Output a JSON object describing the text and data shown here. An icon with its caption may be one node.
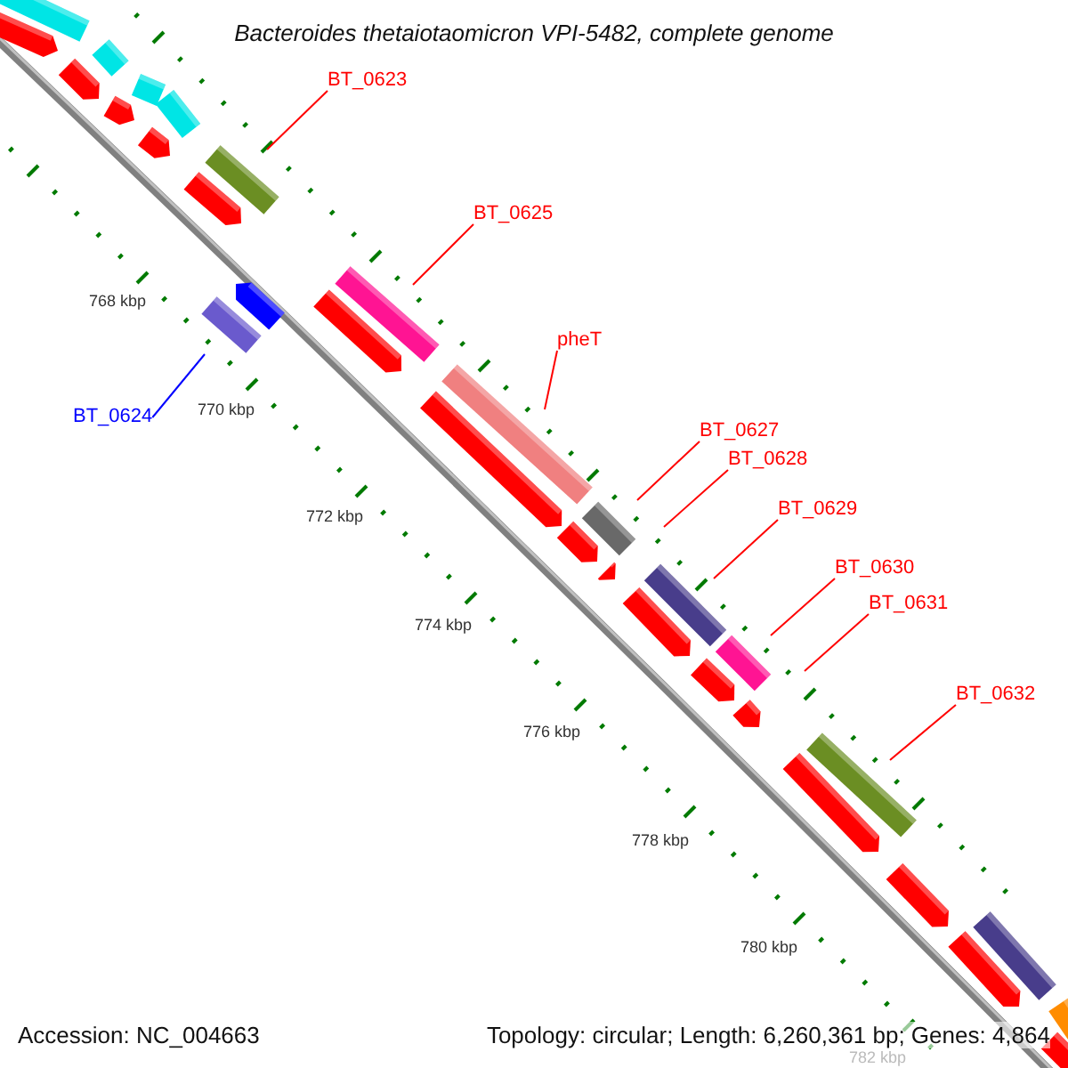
{
  "diagram": {
    "title": "Bacteroides thetaiotaomicron VPI-5482, complete genome",
    "nodes": [
      {
        "text": [
          "BT_0623"
        ]
      },
      {
        "text": [
          "BT_0625"
        ]
      },
      {
        "text": [
          "pheT"
        ]
      },
      {
        "text": [
          "BT_0627"
        ]
      },
      {
        "text": [
          "BT_0628"
        ]
      },
      {
        "text": [
          "BT_0629"
        ]
      },
      {
        "text": [
          "BT_0630"
        ]
      },
      {
        "text": [
          "BT_0631"
        ]
      },
      {
        "text": [
          "BT_0632"
        ]
      },
      {
        "text": [
          "BT_0624"
        ]
      }
    ],
    "edges": [
      {
        "from": 0,
        "to": null,
        "arrow": "none"
      },
      {
        "from": 1,
        "to": null,
        "arrow": "none"
      },
      {
        "from": 2,
        "to": null,
        "arrow": "none"
      },
      {
        "from": 3,
        "to": null,
        "arrow": "none"
      },
      {
        "from": 4,
        "to": null,
        "arrow": "none"
      },
      {
        "from": 5,
        "to": null,
        "arrow": "none"
      },
      {
        "from": 6,
        "to": null,
        "arrow": "none"
      },
      {
        "from": 7,
        "to": null,
        "arrow": "none"
      },
      {
        "from": 8,
        "to": null,
        "arrow": "none"
      },
      {
        "from": 9,
        "to": null,
        "arrow": "none",
        "color": "#0000ff"
      }
    ],
    "labels": [
      "768 kbp",
      "770 kbp",
      "772 kbp",
      "774 kbp",
      "776 kbp",
      "778 kbp",
      "780 kbp",
      "782 kbp",
      "Accession: NC_004663",
      "Topology: circular; Length: 6,260,361 bp; Genes: 4,864"
    ]
  }
}
